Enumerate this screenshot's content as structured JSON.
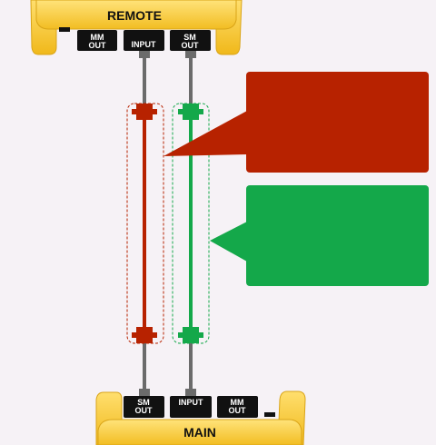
{
  "remote": {
    "title": "REMOTE",
    "ports": {
      "mm_out": [
        "MM",
        "OUT"
      ],
      "input": "INPUT",
      "sm_out": [
        "SM",
        "OUT"
      ]
    }
  },
  "main": {
    "title": "MAIN",
    "ports": {
      "sm_out": [
        "SM",
        "OUT"
      ],
      "input": "INPUT",
      "mm_out": [
        "MM",
        "OUT"
      ]
    }
  },
  "callouts": {
    "red": {
      "text": ""
    },
    "green": {
      "text": ""
    }
  },
  "colors": {
    "background": "#f6f2f6",
    "unit_yellow": "#f5c531",
    "unit_yellow_light": "#ffdf6e",
    "unit_yellow_dark": "#d9a418",
    "port_black": "#111111",
    "cable_grey": "#6b6b6b",
    "link_red": "#b72200",
    "link_green": "#14a84a",
    "callout_red": "#b72200",
    "callout_green": "#14a84a"
  }
}
